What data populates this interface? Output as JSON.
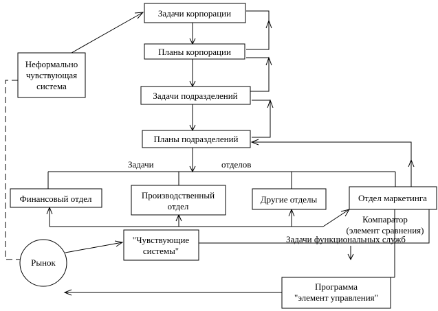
{
  "boxes": {
    "corp_tasks": "Задачи корпорации",
    "corp_plans": "Планы корпорации",
    "div_tasks": "Задачи подразделений",
    "div_plans": "Планы подразделений",
    "informal": [
      "Неформально",
      "чувствующая",
      "система"
    ],
    "finance": "Финансовый отдел",
    "production": [
      "Производственный",
      "отдел"
    ],
    "other": "Другие отделы",
    "marketing": "Отдел маркетинга",
    "sensing": [
      "\"Чувствующие",
      "системы\""
    ],
    "program": [
      "Программа",
      "\"элемент управления\""
    ],
    "market": "Рынок"
  },
  "labels": {
    "tasks_word": "Задачи",
    "departments_word": "отделов",
    "comparator": [
      "Компаратор",
      "(элемент сравнения)"
    ],
    "functional_tasks": "Задачи функциональных служб"
  }
}
